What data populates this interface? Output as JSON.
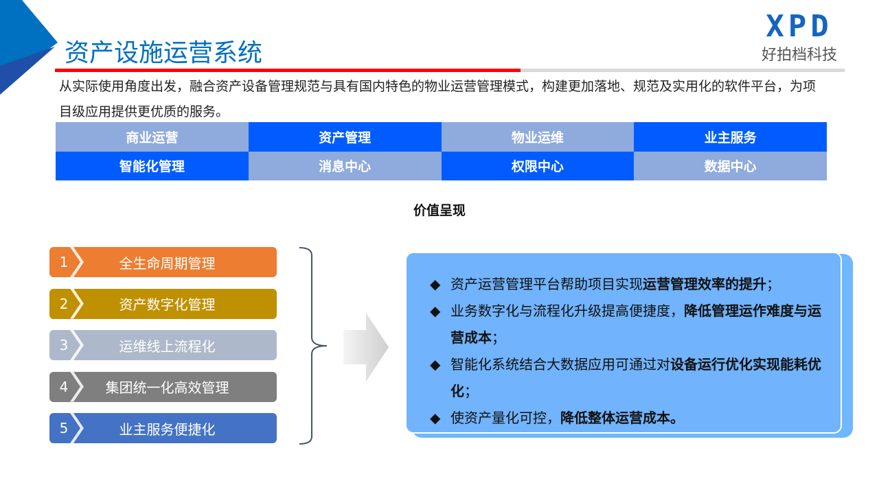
{
  "header": {
    "title": "资产设施运营系统",
    "logo_mark": "XPD",
    "logo_name": "好拍档科技"
  },
  "intro": "从实际使用角度出发，融合资产设备管理规范与具有国内特色的物业运营管理模式，构建更加落地、规范及实用化的软件平台，为项目级应用提供更优质的服务。",
  "modules": [
    {
      "label": "商业运营",
      "color": "#8FAADC"
    },
    {
      "label": "资产管理",
      "color": "#005CFF"
    },
    {
      "label": "物业运维",
      "color": "#8FAADC"
    },
    {
      "label": "业主服务",
      "color": "#005CFF"
    },
    {
      "label": "智能化管理",
      "color": "#005CFF"
    },
    {
      "label": "消息中心",
      "color": "#8FAADC"
    },
    {
      "label": "权限中心",
      "color": "#005CFF"
    },
    {
      "label": "数据中心",
      "color": "#8FAADC"
    }
  ],
  "value_title": "价值呈现",
  "values": [
    {
      "num": "1",
      "label": "全生命周期管理",
      "color": "#ED7D31"
    },
    {
      "num": "2",
      "label": "资产数字化管理",
      "color": "#BF9000"
    },
    {
      "num": "3",
      "label": "运维线上流程化",
      "color": "#ADB9CA"
    },
    {
      "num": "4",
      "label": "集团统一化高效管理",
      "color": "#7F7F7F"
    },
    {
      "num": "5",
      "label": "业主服务便捷化",
      "color": "#4472C4"
    }
  ],
  "bullets": [
    [
      {
        "t": "资产运营管理平台帮助项目实现"
      },
      {
        "t": "运营管理效率的提升",
        "b": true
      },
      {
        "t": "；"
      }
    ],
    [
      {
        "t": "业务数字化与流程化升级提高便捷度，"
      },
      {
        "t": "降低管理运作难度与运营成本",
        "b": true
      },
      {
        "t": "；"
      }
    ],
    [
      {
        "t": "智能化系统结合大数据应用可通过对"
      },
      {
        "t": "设备运行优化实现能耗优化",
        "b": true
      },
      {
        "t": "；"
      }
    ],
    [
      {
        "t": "使资产量化可控，"
      },
      {
        "t": "降低整体运营成本。",
        "b": true
      }
    ]
  ],
  "bullet_symbol": "◆"
}
